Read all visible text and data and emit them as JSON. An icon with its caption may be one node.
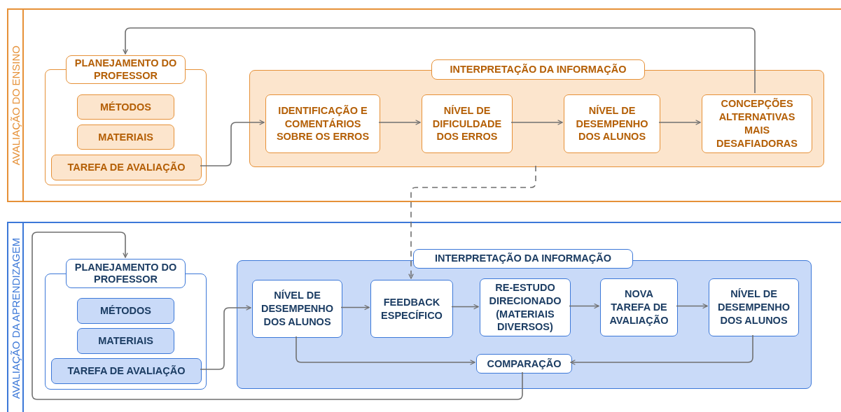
{
  "diagram": {
    "nodes": [
      {
        "text": [
          "AVALIAÇÃO DO ENSINO"
        ]
      },
      {
        "text": [
          "PLANEJAMENTO DO PROFESSOR"
        ],
        "in": 0
      },
      {
        "text": [
          "MÉTODOS"
        ],
        "in": 1
      },
      {
        "text": [
          "MATERIAIS"
        ],
        "in": 1
      },
      {
        "text": [
          "TAREFA DE AVALIAÇÃO"
        ],
        "in": 1
      },
      {
        "text": [
          "INTERPRETAÇÃO DA INFORMAÇÃO"
        ],
        "in": 0
      },
      {
        "text": [
          "IDENTIFICAÇÃO E COMENTÁRIOS SOBRE OS ERROS"
        ],
        "in": 5
      },
      {
        "text": [
          "NÍVEL DE DIFICULDADE DOS ERROS"
        ],
        "in": 5
      },
      {
        "text": [
          "NÍVEL DE DESEMPENHO DOS ALUNOS"
        ],
        "in": 5
      },
      {
        "text": [
          "CONCEPÇÕES ALTERNATIVAS MAIS DESAFIADORAS"
        ],
        "in": 5
      },
      {
        "text": [
          "AVALIAÇÃO DA APRENDIZAGEM"
        ]
      },
      {
        "text": [
          "PLANEJAMENTO DO PROFESSOR"
        ],
        "in": 10
      },
      {
        "text": [
          "MÉTODOS"
        ],
        "in": 11
      },
      {
        "text": [
          "MATERIAIS"
        ],
        "in": 11
      },
      {
        "text": [
          "TAREFA DE AVALIAÇÃO"
        ],
        "in": 11
      },
      {
        "text": [
          "INTERPRETAÇÃO DA INFORMAÇÃO"
        ],
        "in": 10
      },
      {
        "text": [
          "NÍVEL DE DESEMPENHO DOS ALUNOS"
        ],
        "in": 15
      },
      {
        "text": [
          "FEEDBACK ESPECÍFICO"
        ],
        "in": 15
      },
      {
        "text": [
          "RE-ESTUDO DIRECIONADO (MATERIAIS DIVERSOS)"
        ],
        "in": 15
      },
      {
        "text": [
          "NOVA TAREFA DE AVALIAÇÃO"
        ],
        "in": 15
      },
      {
        "text": [
          "NÍVEL DE DESEMPENHO DOS ALUNOS"
        ],
        "in": 15
      },
      {
        "text": [
          "COMPARAÇÃO"
        ],
        "in": 15
      }
    ],
    "edges": [
      {
        "from": 4,
        "to": 6,
        "arrow": "to"
      },
      {
        "from": 6,
        "to": 7,
        "arrow": "to"
      },
      {
        "from": 7,
        "to": 8,
        "arrow": "to"
      },
      {
        "from": 8,
        "to": 9,
        "arrow": "to"
      },
      {
        "from": 9,
        "to": 1,
        "arrow": "to"
      },
      {
        "from": 5,
        "to": 17,
        "arrow": "to",
        "style": "dashed"
      },
      {
        "from": 14,
        "to": 16,
        "arrow": "to"
      },
      {
        "from": 16,
        "to": 17,
        "arrow": "to"
      },
      {
        "from": 17,
        "to": 18,
        "arrow": "to"
      },
      {
        "from": 18,
        "to": 19,
        "arrow": "to"
      },
      {
        "from": 19,
        "to": 20,
        "arrow": "to"
      },
      {
        "from": 16,
        "to": 21,
        "arrow": "to"
      },
      {
        "from": 20,
        "to": 21,
        "arrow": "to"
      },
      {
        "from": 21,
        "to": 11,
        "arrow": "to"
      }
    ]
  }
}
